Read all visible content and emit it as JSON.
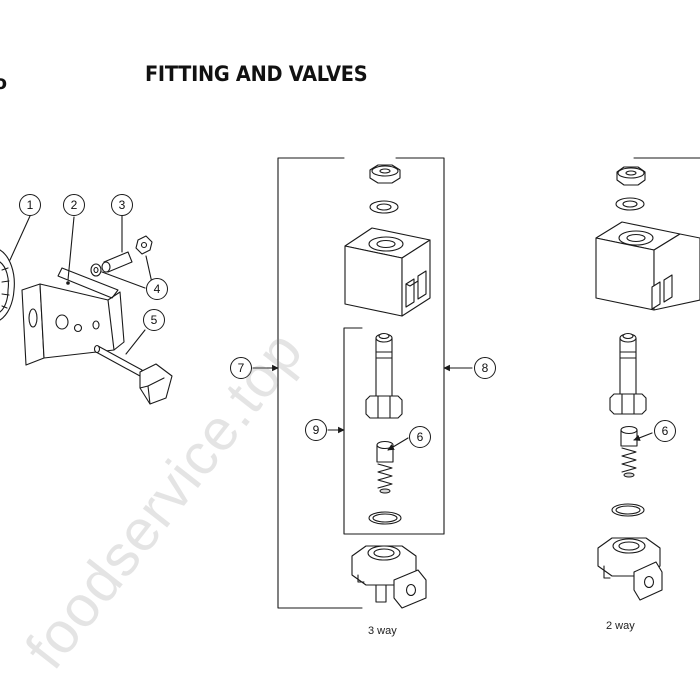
{
  "title": "FITTING AND VALVES",
  "logo_fragment": "o",
  "watermark": "foodservice.top",
  "captions": {
    "three_way": "3 way",
    "two_way": "2 way"
  },
  "callouts": [
    "1",
    "2",
    "3",
    "4",
    "5",
    "6",
    "7",
    "8",
    "9",
    "6"
  ]
}
